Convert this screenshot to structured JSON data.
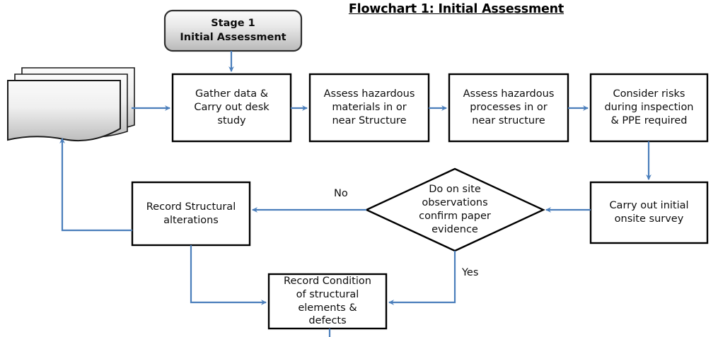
{
  "diagram": {
    "title": "Flowchart 1: Initial Assessment",
    "colors": {
      "connector": "#4a7ebb",
      "box_border": "#000000",
      "box_fill": "#ffffff",
      "shape_fill_light": "#f2f2f2",
      "shape_fill_dark": "#bfbfbf",
      "text": "#0d0d0d"
    },
    "nodes": {
      "stage": {
        "label": "Stage 1\nInitial Assessment",
        "line1": "Stage 1",
        "line2": "Initial Assessment",
        "shape": "rounded-rectangle"
      },
      "documents": {
        "label": "",
        "shape": "multidocument"
      },
      "gather": {
        "label": "Gather data &\nCarry out desk\nstudy",
        "shape": "rectangle"
      },
      "materials": {
        "label": "Assess hazardous\nmaterials in or\nnear Structure",
        "shape": "rectangle"
      },
      "processes": {
        "label": "Assess hazardous\nprocesses in or\nnear structure",
        "shape": "rectangle"
      },
      "risks": {
        "label": "Consider risks\nduring inspection\n& PPE required",
        "shape": "rectangle"
      },
      "survey": {
        "label": "Carry out initial\nonsite survey",
        "shape": "rectangle"
      },
      "decision": {
        "label": "Do on site\nobservations\nconfirm paper\nevidence",
        "shape": "diamond"
      },
      "alterations": {
        "label": "Record Structural\nalterations",
        "shape": "rectangle"
      },
      "condition": {
        "label": "Record Condition\nof structural\nelements &\ndefects",
        "shape": "rectangle"
      }
    },
    "edge_labels": {
      "no": "No",
      "yes": "Yes"
    }
  }
}
